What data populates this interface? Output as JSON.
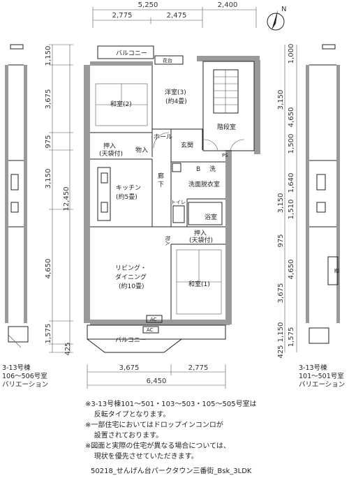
{
  "dims_top": {
    "total": "5,250",
    "right": "2,400",
    "a": "2,775",
    "b": "2,475"
  },
  "dims_bottom": {
    "a": "3,675",
    "b": "2,775",
    "total": "6,450"
  },
  "dims_left": {
    "d1": "1,150",
    "d2": "3,675",
    "d3": "975",
    "d4": "3,150",
    "d5": "4,650",
    "d6": "1,575",
    "d7": "425",
    "total": "12,450"
  },
  "dims_right": {
    "d1": "1,000",
    "d2": "3,150",
    "d3": "1,500",
    "d4": "1,640",
    "d5": "1,510",
    "d6": "975",
    "d7": "3,675",
    "d8": "1,150",
    "d9": "425",
    "e1": "4,650",
    "e2": "3,150",
    "e3": "4,650",
    "e4": "1,575"
  },
  "rooms": {
    "balcony_top": "バルコニー",
    "kadan": "花台",
    "washitsu2": "和室(2)",
    "youshitsu3_a": "洋室(3)",
    "youshitsu3_b": "(約4畳)",
    "hall": "ホール",
    "kaidan": "階段室",
    "genkan": "玄関",
    "oshiire_top_a": "押入",
    "oshiire_top_b": "(天袋付)",
    "monoire": "物入",
    "kitchen_a": "キッチン",
    "kitchen_b": "(約5畳)",
    "rouka_a": "廊",
    "rouka_b": "下",
    "b_box": "B",
    "sen": "洗",
    "senmen": "洗面脱衣室",
    "toilet": "トイレ",
    "yokushitsu": "浴室",
    "oshiire_mid_a": "押入",
    "oshiire_mid_b": "(天袋付)",
    "living_a": "リビング・",
    "living_b": "ダイニング",
    "living_c": "(約10畳)",
    "washitsu1": "和室(1)",
    "ac1": "AC",
    "ac2": "AC",
    "balcony_bottom": "バルコニー",
    "ps": "PS",
    "tsuyu": "物入",
    "nukebi": "避"
  },
  "captions": {
    "left": "3-13号棟\n106〜506号室\nバリエーション",
    "right": "3-13号棟\n101〜501号室\nバリエーション"
  },
  "notes": [
    "※3-13号棟101〜501・103〜503・105〜505号室は",
    "    反転タイプとなります。",
    "※一部住宅においてはドロップインコンロが",
    "    設置されております。",
    "※図面と実際の住宅が異なる場合については、",
    "    現状を優先させていただきます。"
  ],
  "footer": "50218_せんげん台パークタウン三番街_Bsk_3LDK",
  "compass": "N"
}
